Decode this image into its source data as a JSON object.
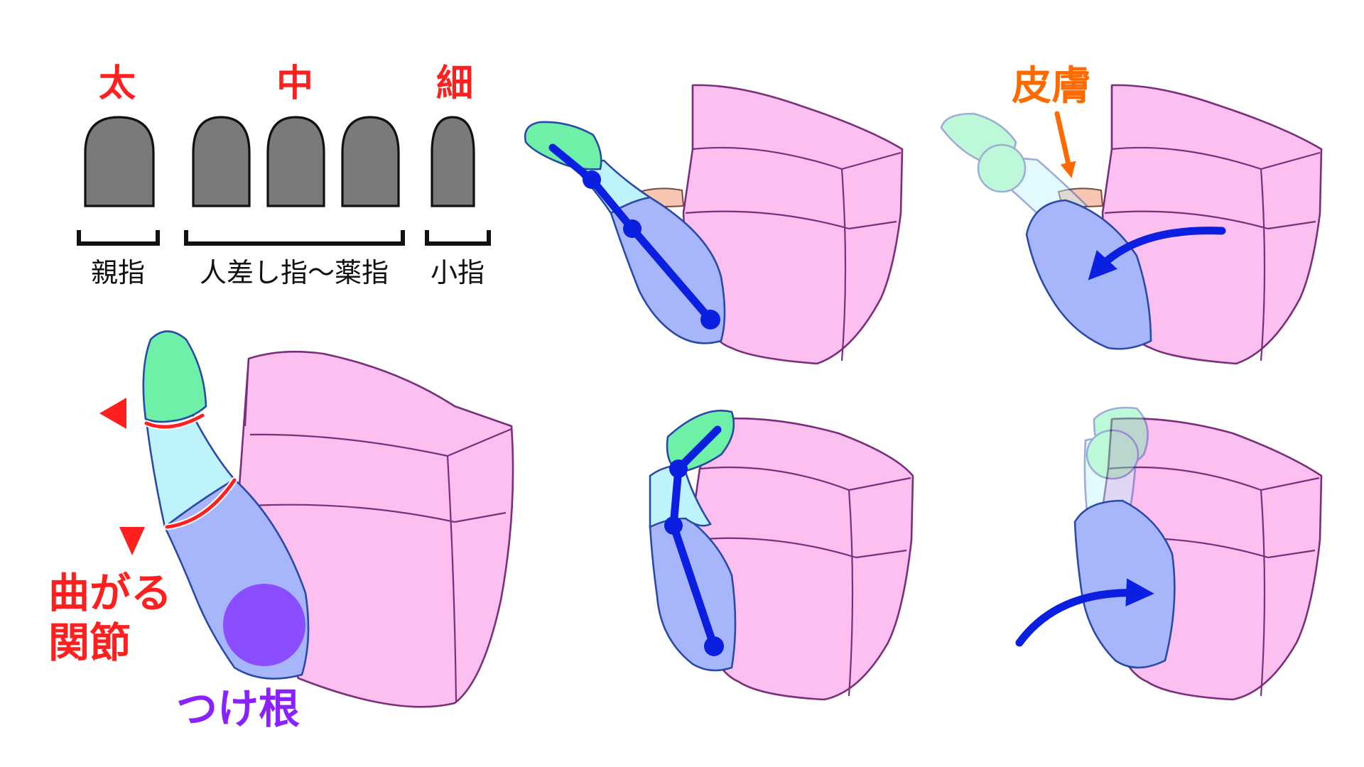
{
  "nail_chart": {
    "thickness_labels": [
      "太",
      "中",
      "細"
    ],
    "finger_labels": [
      "親指",
      "人差し指〜薬指",
      "小指"
    ]
  },
  "annotations": {
    "bending_joint_line1": "曲がる",
    "bending_joint_line2": "関節",
    "base_label": "つけ根",
    "skin_label": "皮膚"
  },
  "colors": {
    "palm": "#fbbff0",
    "segment_base": "#a7b6fb",
    "segment_middle": "#bff3fb",
    "segment_tip": "#6ff0a9",
    "bone": "#0b1fe0",
    "label_red": "#ff1f1f",
    "label_purple": "#8a22ff",
    "label_orange": "#ff6a00"
  }
}
